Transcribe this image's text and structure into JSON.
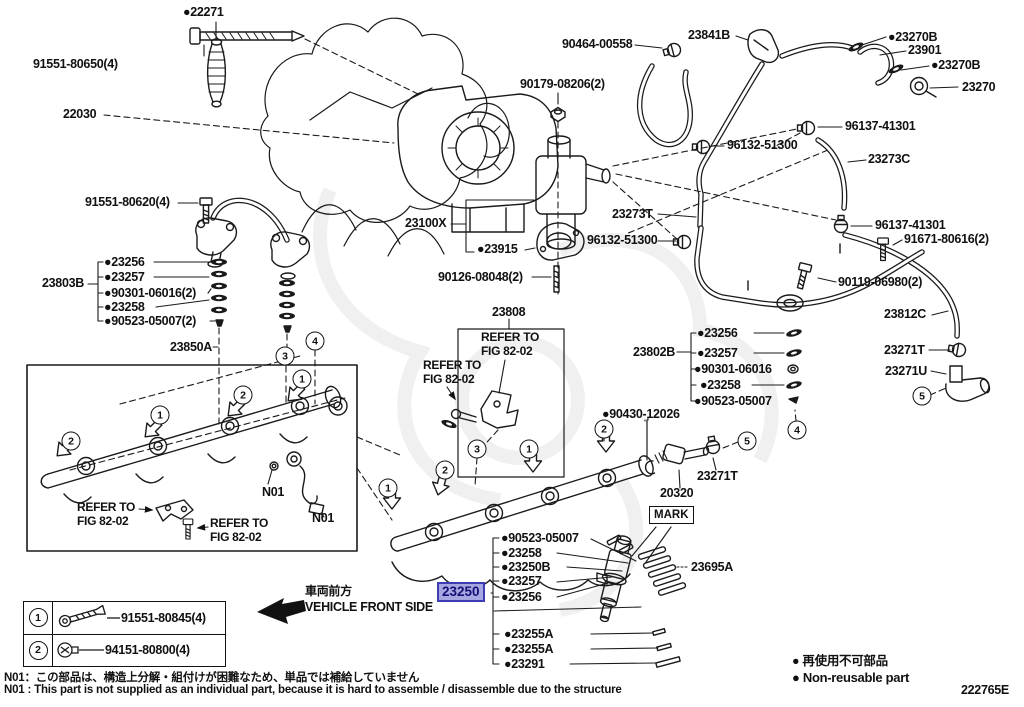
{
  "selected": {
    "part": "23250"
  },
  "labels": {
    "l22271": "●22271",
    "l91551_80650": "91551-80650(4)",
    "l22030": "22030",
    "l90464_00558": "90464-00558",
    "l23841B": "23841B",
    "l90179_08206": "90179-08206(2)",
    "l23270B": "●23270B",
    "l23901": "23901",
    "l23270": "23270",
    "l96137_41301": "96137-41301",
    "l23273C": "23273C",
    "l96132_51300": "96132-51300",
    "l91671_80616": "91671-80616(2)",
    "l90119_06980": "90119-06980(2)",
    "l23812C": "23812C",
    "l23271T": "23271T",
    "l23271U": "23271U",
    "l23100X": "23100X",
    "l23915": "●23915",
    "l23273T": "23273T",
    "l90126_08048": "90126-08048(2)",
    "l23808": "23808",
    "refer_to": "REFER TO",
    "fig": "FIG 82-02",
    "l91551_80620": "91551-80620(4)",
    "l23803B": "23803B",
    "l23850A": "23850A",
    "l23802B": "23802B",
    "l90430_12026": "●90430-12026",
    "l20320": "20320",
    "mark": "MARK",
    "l23695A": "23695A",
    "n01": "N01"
  },
  "group_23803B": [
    "●23256",
    "●23257",
    "●90301-06016(2)",
    "●23258",
    "●90523-05007(2)"
  ],
  "group_23802B": [
    "●23256",
    "●23257",
    "●90301-06016",
    "●23258",
    "●90523-05007"
  ],
  "group_23250": [
    "●90523-05007",
    "●23258",
    "●23250B",
    "●23257",
    "●23256"
  ],
  "group_23250_lower": [
    "●23255A",
    "●23255A",
    "●23291"
  ],
  "callouts": {
    "c1": "1",
    "c2": "2",
    "c3": "3",
    "c4": "4",
    "c5": "5"
  },
  "legend": {
    "rows": [
      {
        "num": "1",
        "part": "91551-80845(4)"
      },
      {
        "num": "2",
        "part": "94151-80800(4)"
      }
    ]
  },
  "front_side": {
    "jp": "車両前方",
    "en": "VEHICLE FRONT SIDE"
  },
  "non_reusable": {
    "jp": "● 再使用不可部品",
    "en": "● Non-reusable part"
  },
  "notes": {
    "jp": "N01：この部品は、構造上分解・組付けが困難なため、単品では補給していません",
    "en": "N01 : This part is not supplied as an individual part, because it is hard to assemble / disassemble due to the structure"
  },
  "doc_code": "222765E"
}
